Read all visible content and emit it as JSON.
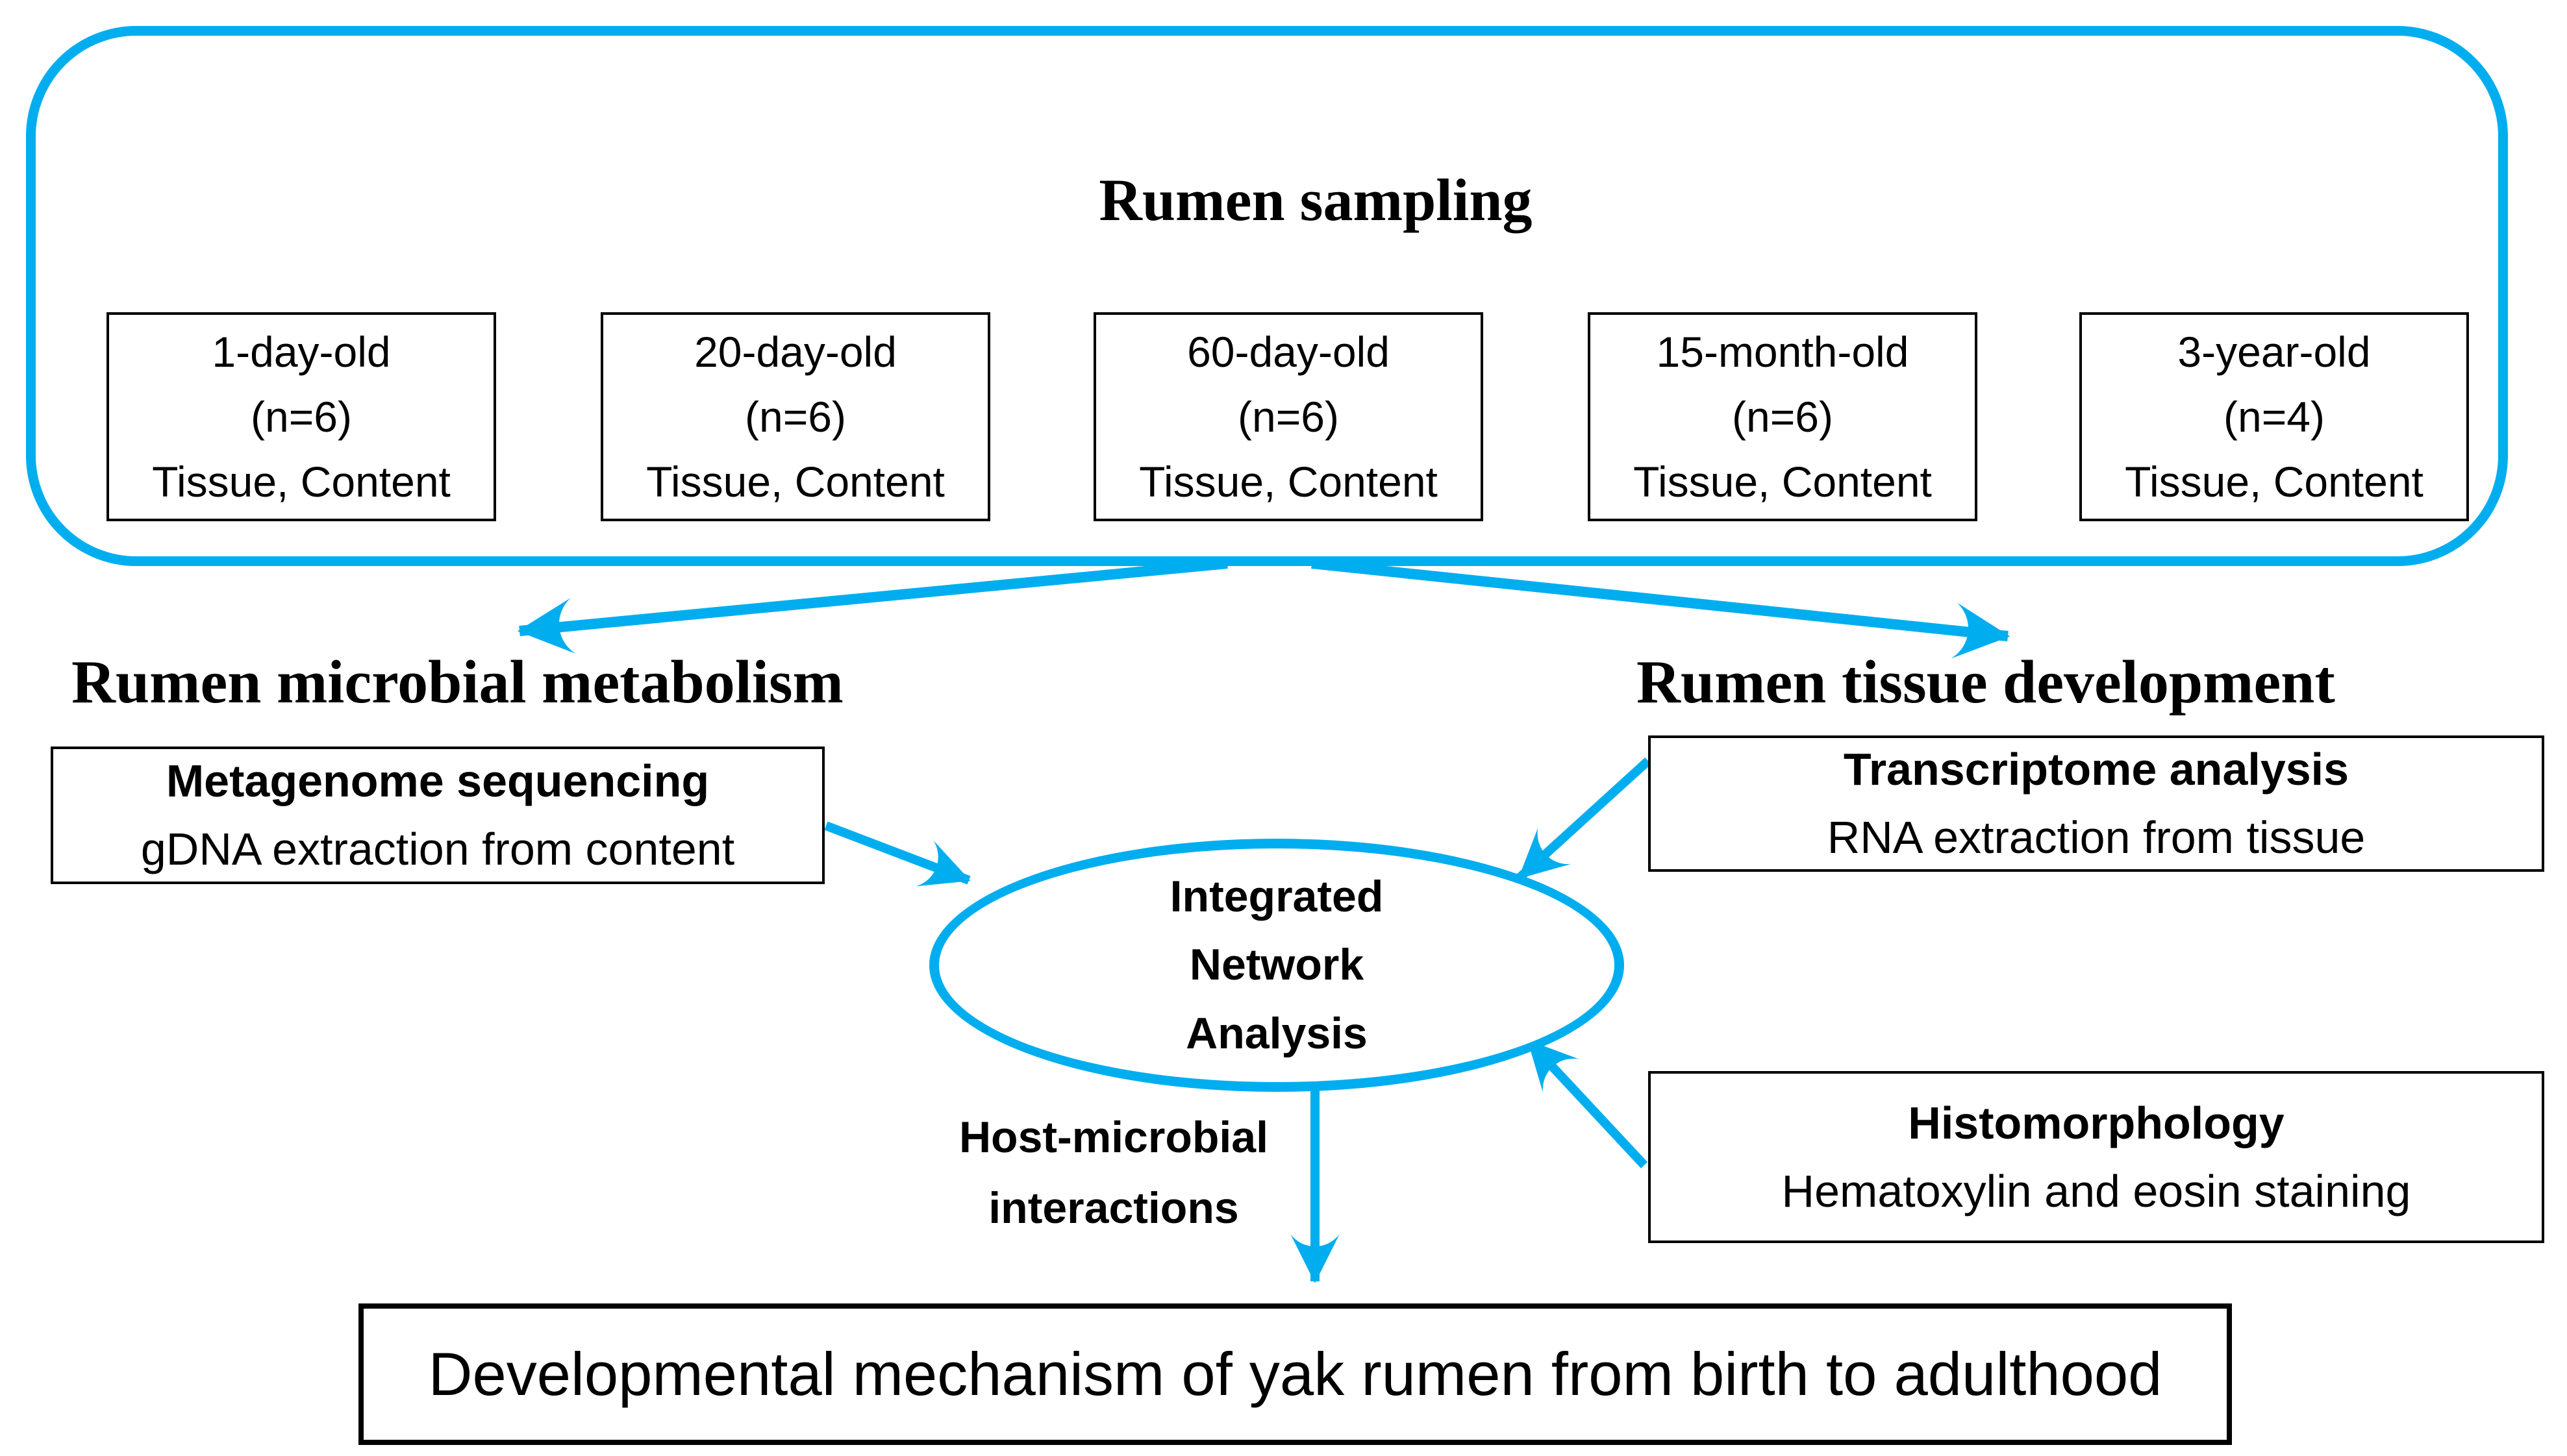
{
  "diagram": {
    "colors": {
      "accent": "#00AEEF",
      "text": "#000000",
      "background": "#FFFFFF"
    },
    "sampling": {
      "title": "Rumen sampling",
      "groups": [
        {
          "age": "1-day-old",
          "n": "(n=6)",
          "samples": "Tissue, Content"
        },
        {
          "age": "20-day-old",
          "n": "(n=6)",
          "samples": "Tissue, Content"
        },
        {
          "age": "60-day-old",
          "n": "(n=6)",
          "samples": "Tissue, Content"
        },
        {
          "age": "15-month-old",
          "n": "(n=6)",
          "samples": "Tissue, Content"
        },
        {
          "age": "3-year-old",
          "n": "(n=4)",
          "samples": "Tissue, Content"
        }
      ]
    },
    "left_branch": {
      "heading": "Rumen microbial metabolism",
      "box": {
        "line1": "Metagenome sequencing",
        "line2": "gDNA extraction from content"
      }
    },
    "right_branch": {
      "heading": "Rumen tissue development",
      "transcriptome": {
        "line1": "Transcriptome analysis",
        "line2": "RNA extraction from tissue"
      },
      "histomorphology": {
        "line1": "Histomorphology",
        "line2": "Hematoxylin and eosin staining"
      }
    },
    "center": {
      "ellipse_line1": "Integrated",
      "ellipse_line2": "Network",
      "ellipse_line3": "Analysis",
      "edge_label_line1": "Host-microbial",
      "edge_label_line2": "interactions"
    },
    "outcome": "Developmental mechanism of yak rumen from birth to adulthood"
  }
}
